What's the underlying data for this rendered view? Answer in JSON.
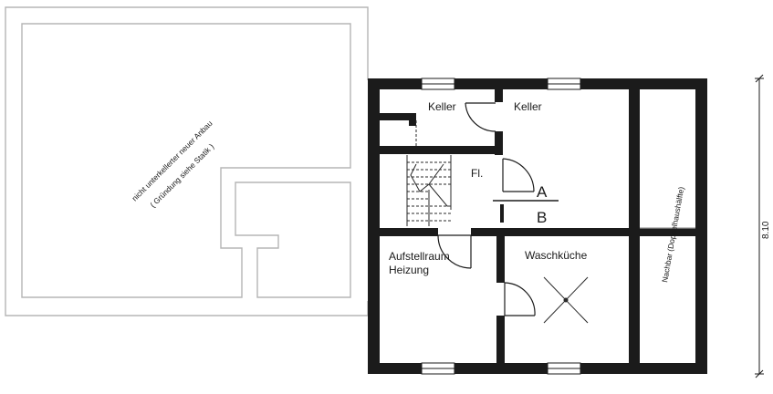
{
  "rooms": {
    "keller_left": "Keller",
    "keller_right": "Keller",
    "flur": "Fl.",
    "aufstellraum_line1": "Aufstellraum",
    "aufstellraum_line2": "Heizung",
    "waschkueche": "Waschküche"
  },
  "annex": {
    "line1": "nicht unterkellerter neuer Anbau",
    "line2": "( Gründung siehe Statik )"
  },
  "neighbor": "Nachbar (Doppelhaushälfte)",
  "section": {
    "top": "A",
    "bottom": "B"
  },
  "dimension": "8.10"
}
